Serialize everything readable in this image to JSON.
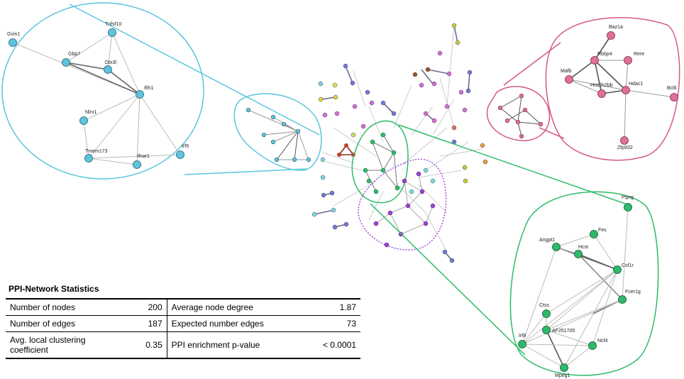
{
  "cyan_zoom": {
    "color": "#5bc5dc",
    "labels": [
      "Gvin1",
      "Tnfsf10",
      "Gbp7",
      "Dtx3l",
      "Ifih1",
      "Nlrx1",
      "Tmem173",
      "Ifnar1",
      "Irf5"
    ]
  },
  "pink_zoom": {
    "color": "#d45a87",
    "labels": [
      "Baz1a",
      "Rbbp4",
      "Mafb",
      "Rere",
      "Hist2h2bb",
      "Hdac1",
      "Bcl6",
      "Zfp932"
    ]
  },
  "green_zoom": {
    "color": "#2dbb6a",
    "labels": [
      "Ptprg",
      "Fes",
      "Angpt1",
      "Hcst",
      "Csf1r",
      "Fcer1g",
      "Ctss",
      "AF251705",
      "Irf8",
      "Ncf4",
      "Mpeg1"
    ]
  },
  "purple_cluster": {
    "color": "#9b3fd6"
  },
  "stats": {
    "title": "PPI-Network Statistics",
    "rows": [
      {
        "label_left": "Number of nodes",
        "value_left": "200",
        "label_right": "Average node degree",
        "value_right": "1.87"
      },
      {
        "label_left": "Number of edges",
        "value_left": "187",
        "label_right": "Expected number edges",
        "value_right": "73"
      },
      {
        "label_left": "Avg. local clustering coefficient",
        "value_left": "0.35",
        "label_right": "PPI enrichment p-value",
        "value_right": "< 0.0001"
      }
    ]
  }
}
